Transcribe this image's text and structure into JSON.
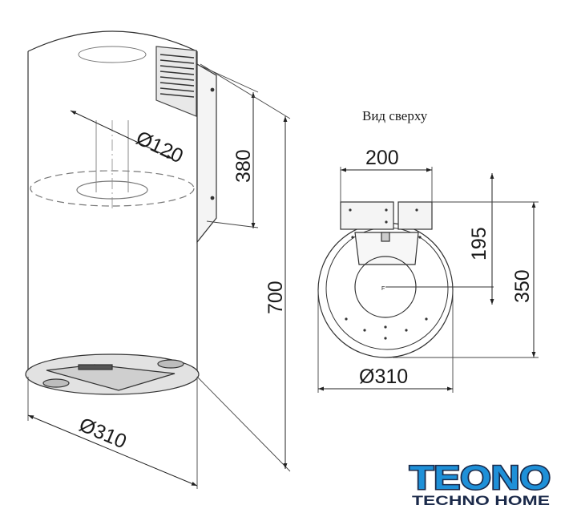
{
  "view_label": "Вид сверху",
  "side_view": {
    "duct_diameter": "Ø120",
    "duct_height": "380",
    "total_height": "700",
    "body_diameter": "Ø310"
  },
  "top_view": {
    "bracket_width": "200",
    "bracket_depth": "195",
    "total_depth": "350",
    "body_diameter": "Ø310",
    "center_mark": "F"
  },
  "brand": {
    "logo": "TEONO",
    "tagline": "TECHNO HOME",
    "color_dark": "#1b2a4a",
    "color_accent": "#1e90d8"
  }
}
